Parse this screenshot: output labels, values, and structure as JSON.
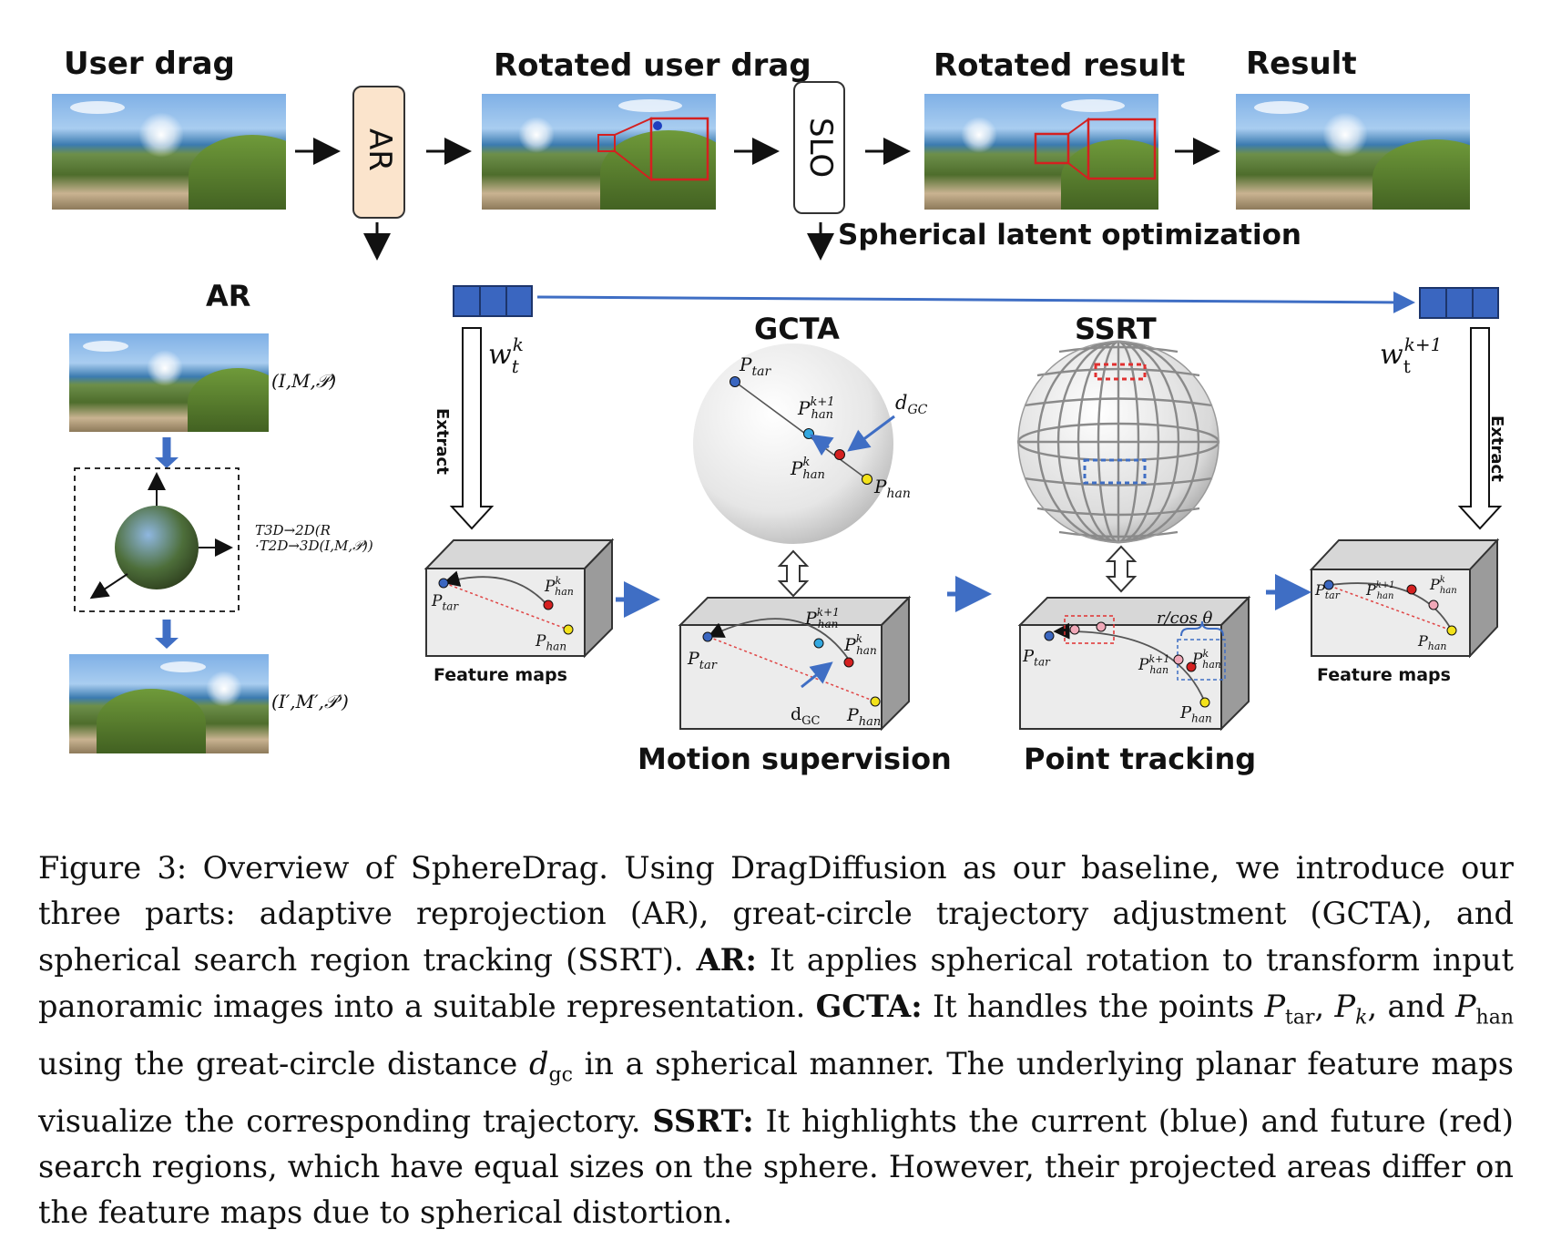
{
  "headers": {
    "user_drag": "User drag",
    "rotated_user_drag": "Rotated user drag",
    "rotated_result": "Rotated result",
    "result": "Result"
  },
  "blocks": {
    "ar": "AR",
    "slo": "SLO",
    "slo_caption": "Spherical latent optimization"
  },
  "ar_panel": {
    "title": "AR",
    "input_label": "(I,M,𝒫)",
    "transform_line1": "T3D→2D(R",
    "transform_line2": "·T2D→3D(I,M,𝒫))",
    "output_label": "(I′,M′,𝒫′)"
  },
  "latent": {
    "w_k": "w",
    "w_k_sub": "t",
    "w_k_sup": "k",
    "w_k1": "w",
    "w_k1_sub": "t",
    "w_k1_sup": "k+1",
    "extract": "Extract"
  },
  "gcta": {
    "title": "GCTA",
    "p_tar": "P",
    "p_tar_sub": "tar",
    "p_han_k1": "P",
    "p_han_k1_sup": "k+1",
    "p_han_k1_sub": "han",
    "p_han_k": "P",
    "p_han_k_sup": "k",
    "p_han_k_sub": "han",
    "p_han": "P",
    "p_han_sub": "han",
    "d_gc": "d",
    "d_gc_sub": "GC",
    "bottom_label": "Motion supervision"
  },
  "ssrt": {
    "title": "SSRT",
    "r_cos": "r/cos θ",
    "bottom_label": "Point tracking"
  },
  "feature_maps": "Feature maps",
  "caption": {
    "p1": "Figure 3: Overview of SphereDrag. Using DragDiffusion as our baseline, we introduce our three parts: adaptive reprojection (AR), great-circle trajectory adjustment (GCTA), and spherical search region tracking (SSRT). ",
    "ar_bold": "AR:",
    "p2": " It applies spherical rotation to transform input panoramic images into a suitable representation. ",
    "gcta_bold": "GCTA:",
    "p3a": " It handles the points ",
    "p_tar": "P",
    "p_tar_sub": "tar",
    "p3b": ", ",
    "p_k": "P",
    "p_k_sub": "k",
    "p3c": ", and ",
    "p_han": "P",
    "p_han_sub": "han",
    "p3d": " using the great-circle distance ",
    "d_gc": "d",
    "d_gc_sub": "gc",
    "p3e": " in a spherical manner. The underlying planar feature maps visualize the corresponding trajectory. ",
    "ssrt_bold": "SSRT:",
    "p4": " It highlights the current (blue) and future (red) search regions, which have equal sizes on the sphere. However, their projected areas differ on the feature maps due to spherical distortion."
  },
  "colors": {
    "ar_fill": "#fbe4cc",
    "gcta_fill": "#fcefc9",
    "ssrt_fill": "#e3efd8",
    "arrow_blue": "#3f6ec4",
    "latent_blue": "#3a66c0"
  }
}
